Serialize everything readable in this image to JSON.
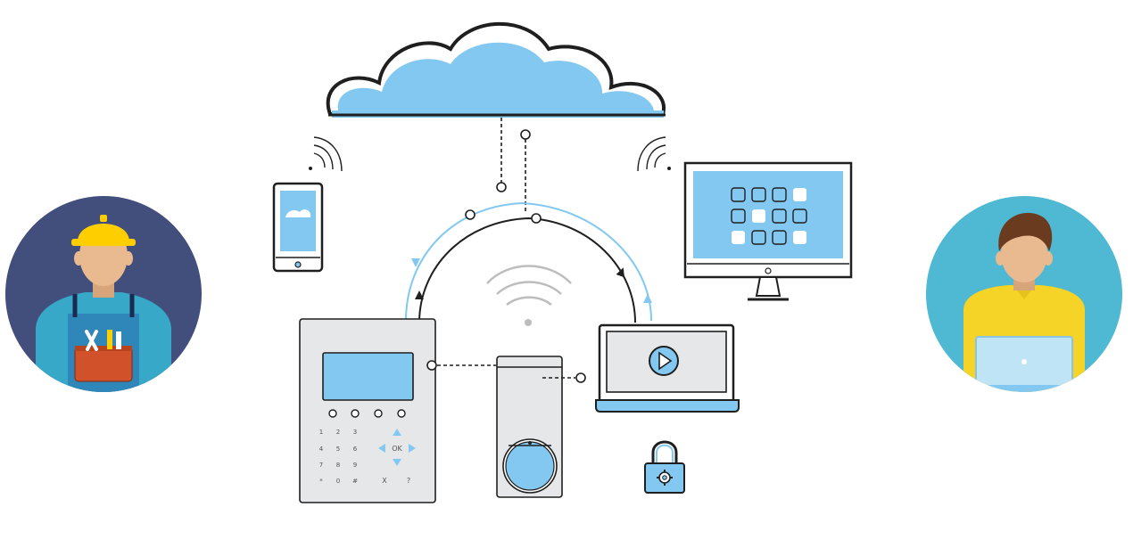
{
  "colors": {
    "outline": "#1f1f1f",
    "light_blue": "#82c8f0",
    "cloud_blue": "#82c8f0",
    "panel_gray": "#e6e7e8",
    "installer_bg": "#424e7c",
    "user_bg": "#4fb8d2",
    "hardhat": "#ffce00",
    "toolbox": "#d0512a",
    "shirt_yellow": "#f5d327",
    "skin": "#e9b990",
    "hair": "#6b3b1f",
    "wave_gray": "#bdbdbd"
  },
  "keypad": {
    "rows": [
      [
        "1",
        "2",
        "3"
      ],
      [
        "4",
        "5",
        "6"
      ],
      [
        "7",
        "8",
        "9"
      ],
      [
        "*",
        "0",
        "#"
      ]
    ],
    "ok_label": "OK",
    "x_label": "X",
    "question_label": "?"
  },
  "icons": {
    "cloud": "cloud-icon",
    "phone": "smartphone-icon",
    "monitor": "desktop-monitor-icon",
    "laptop": "laptop-icon",
    "play": "play-icon",
    "padlock": "padlock-gear-icon",
    "installer": "installer-avatar-icon",
    "user": "user-avatar-icon"
  }
}
